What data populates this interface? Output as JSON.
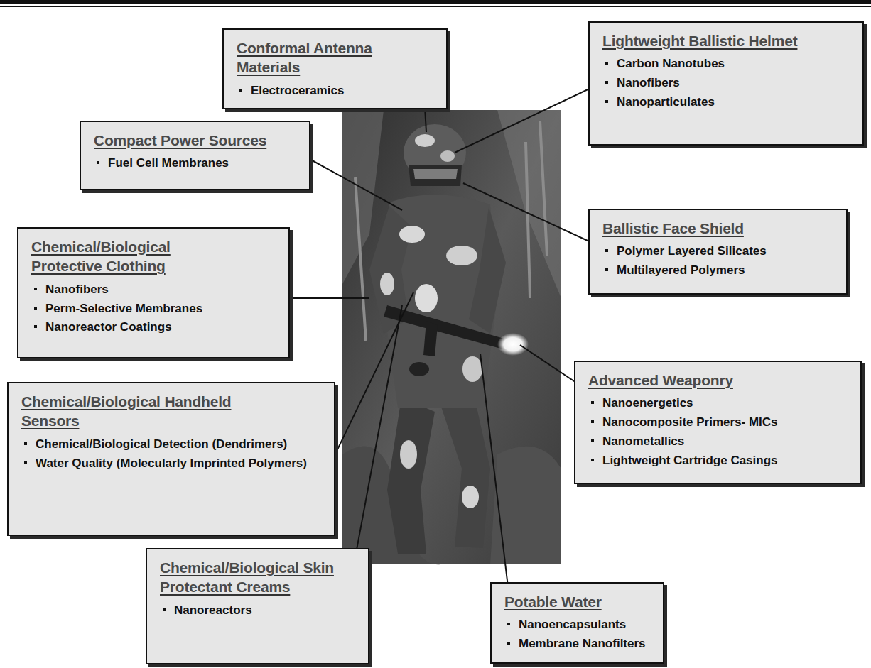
{
  "diagram": {
    "nodes": [
      {
        "text": [
          "Conformal Antenna Materials",
          "Electroceramics"
        ]
      },
      {
        "text": [
          "Lightweight Ballistic Helmet",
          "Carbon Nanotubes",
          "Nanofibers",
          "Nanoparticulates"
        ]
      },
      {
        "text": [
          "Compact Power Sources",
          "Fuel Cell Membranes"
        ]
      },
      {
        "text": [
          "Ballistic Face Shield",
          "Polymer Layered Silicates",
          "Multilayered Polymers"
        ]
      },
      {
        "text": [
          "Chemical/Biological Protective Clothing",
          "Nanofibers",
          "Perm-Selective Membranes",
          "Nanoreactor Coatings"
        ]
      },
      {
        "text": [
          "Advanced Weaponry",
          "Nanoenergetics",
          "Nanocomposite Primers- MICs",
          "Nanometallics",
          "Lightweight Cartridge Casings"
        ]
      },
      {
        "text": [
          "Chemical/Biological Handheld Sensors",
          "Chemical/Biological Detection (Dendrimers)",
          "Water Quality (Molecularly Imprinted Polymers)"
        ]
      },
      {
        "text": [
          "Chemical/Biological Skin Protectant Creams",
          "Nanoreactors"
        ]
      },
      {
        "text": [
          "Potable Water",
          "Nanoencapsulants",
          "Membrane Nanofilters"
        ]
      }
    ]
  }
}
